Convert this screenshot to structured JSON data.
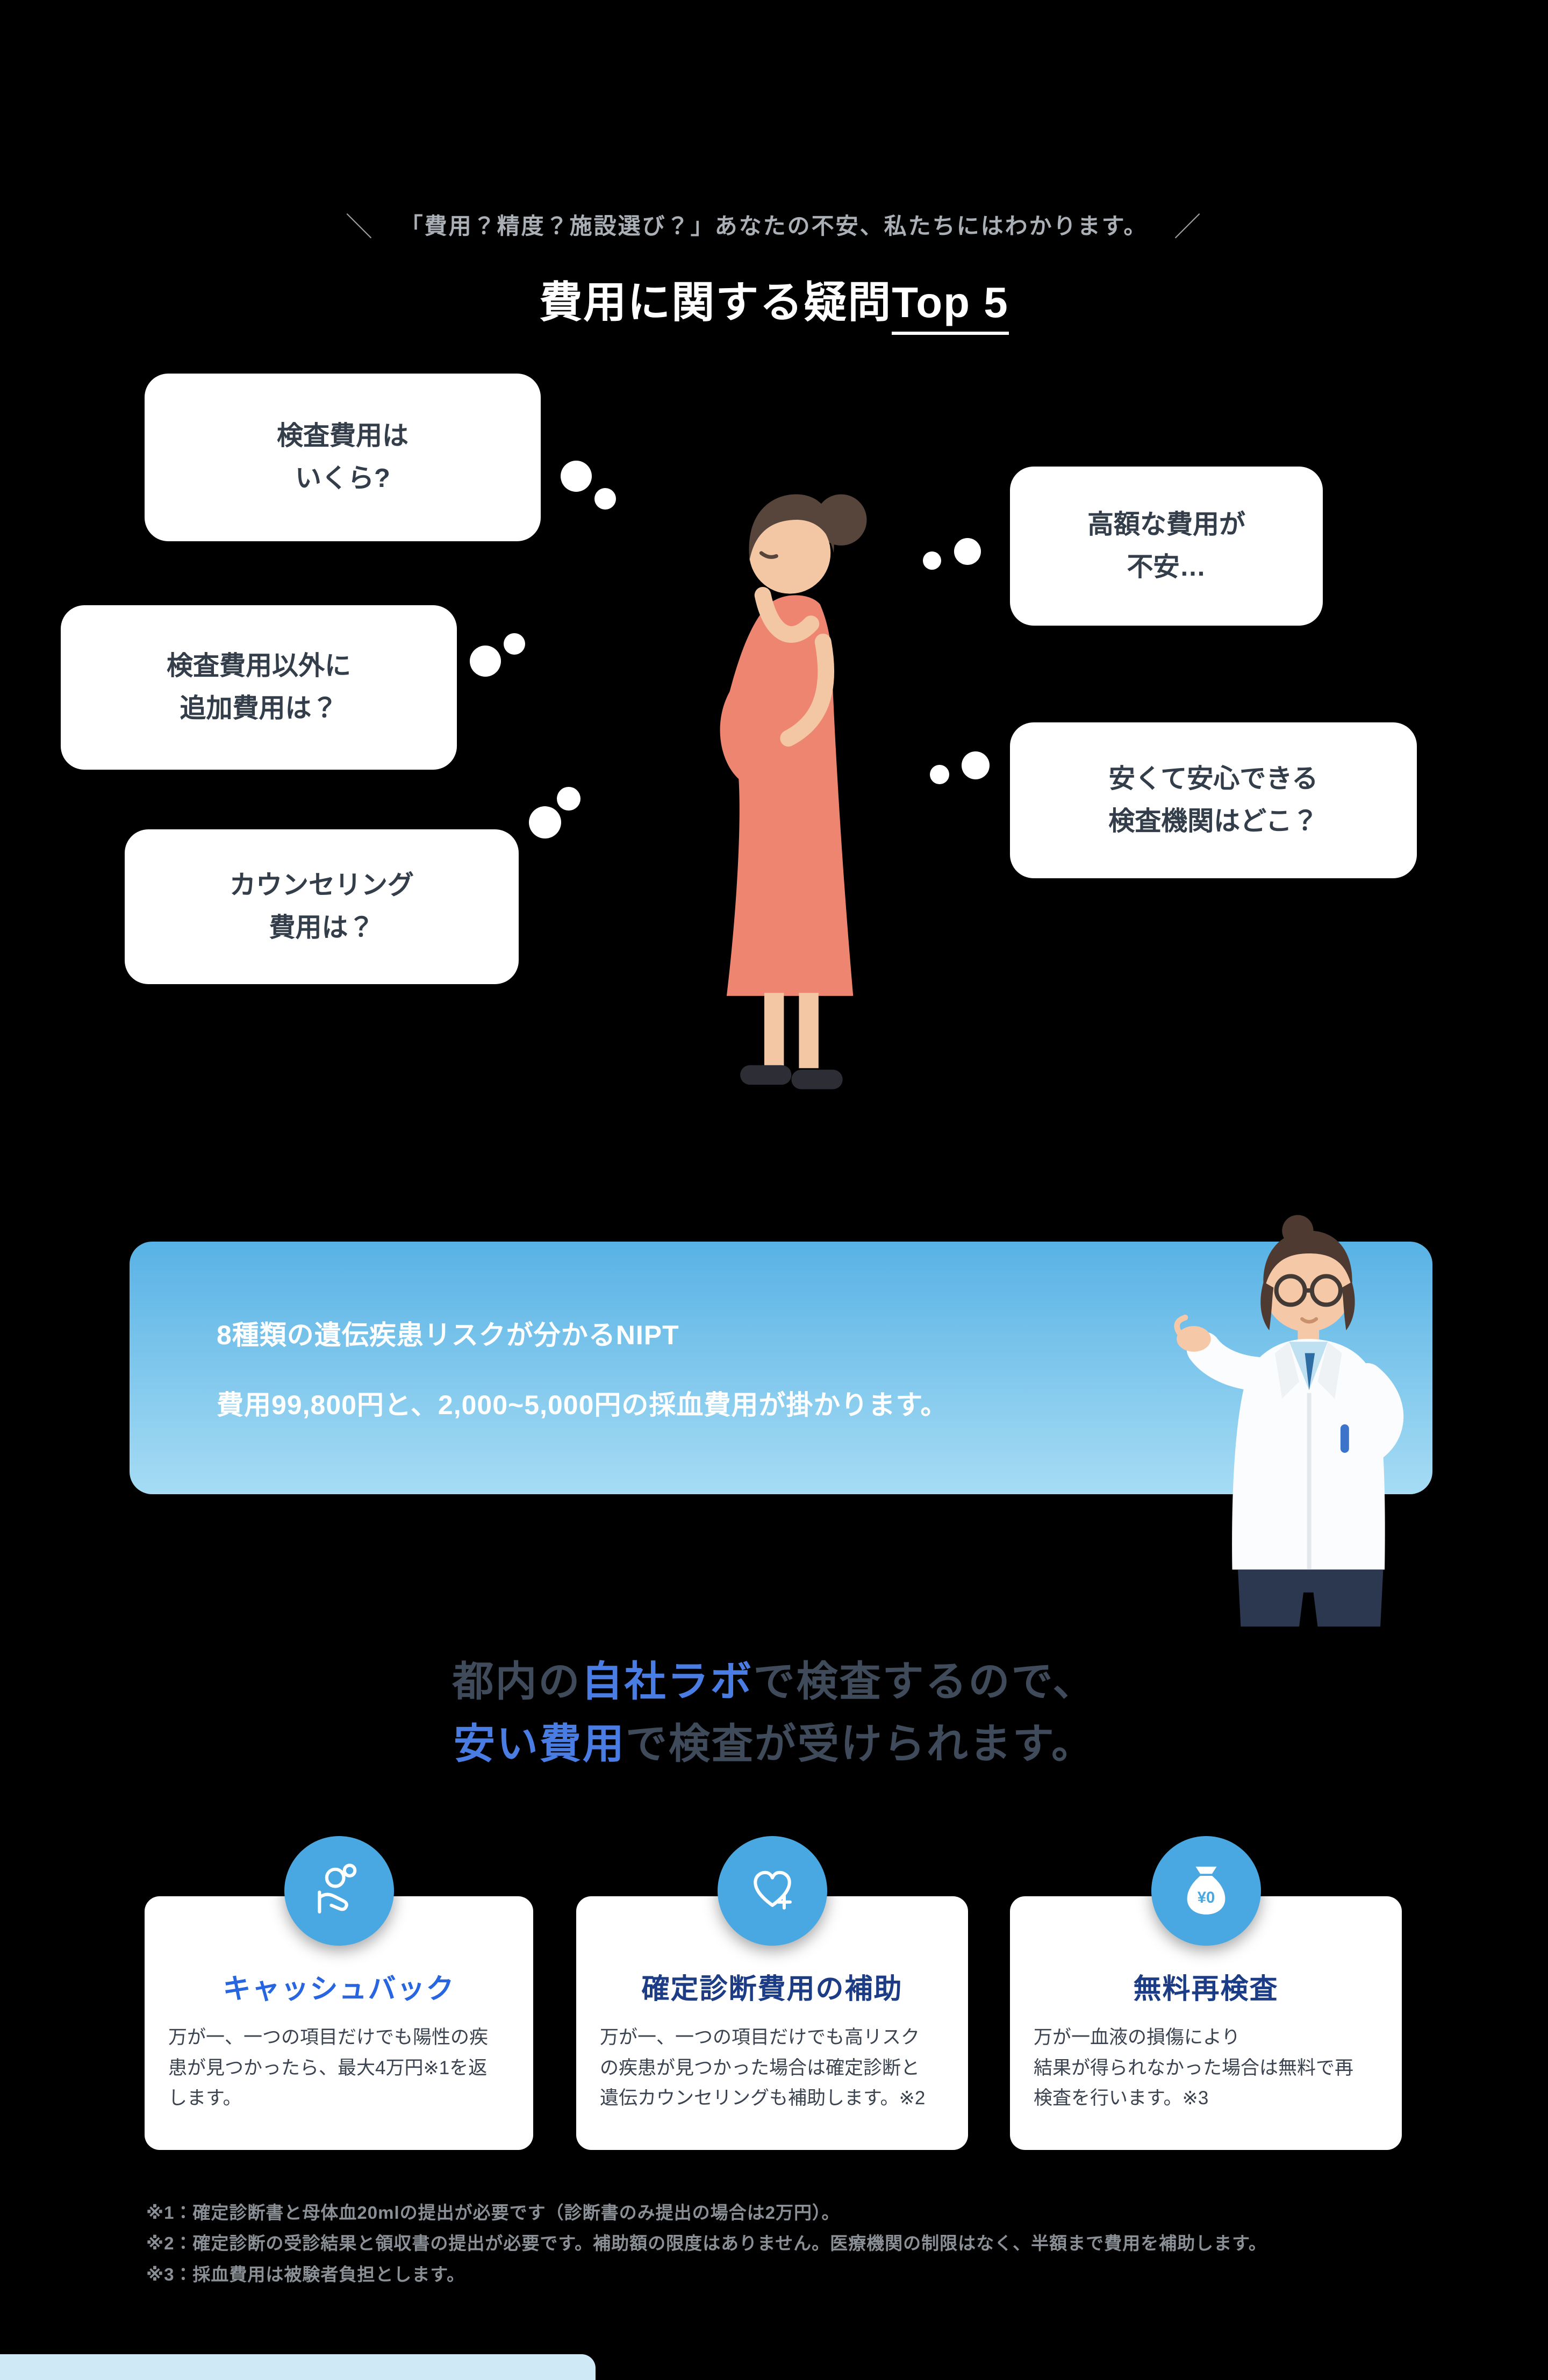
{
  "header": {
    "deco_left": "＼",
    "tagline": "「費用？精度？施設選び？」あなたの不安、私たちにはわかります。",
    "deco_right": "／",
    "title_main": "費用に関する疑問",
    "title_accent": "Top 5"
  },
  "bubbles": [
    {
      "line1": "検査費用は",
      "line2": "いくら?"
    },
    {
      "line1": "高額な費用が",
      "line2": "不安…"
    },
    {
      "line1": "検査費用以外に",
      "line2": "追加費用は？"
    },
    {
      "line1": "安くて安心できる",
      "line2": "検査機関はどこ？"
    },
    {
      "line1": "カウンセリング",
      "line2": "費用は？"
    }
  ],
  "info_box": {
    "line1": "8種類の遺伝疾患リスクが分かるNIPT",
    "line2": "費用99,800円と、2,000~5,000円の採血費用が掛かります。"
  },
  "lab_heading": {
    "line1_pre": "都内の",
    "line1_accent": "自社ラボ",
    "line1_post": "で検査するので、",
    "line2_accent": "安い費用",
    "line2_post": "で検査が受けられます。"
  },
  "benefits": [
    {
      "icon": "cashback-hand-icon",
      "title": "キャッシュバック",
      "body": "万が一、一つの項目だけでも陽性の疾\n患が見つかったら、最大4万円※1を返\nします。"
    },
    {
      "icon": "heart-plus-icon",
      "title": "確定診断費用の補助",
      "body": "万が一、一つの項目だけでも高リスク\nの疾患が見つかった場合は確定診断と\n遺伝カウンセリングも補助します。※2"
    },
    {
      "icon": "money-bag-icon",
      "icon_label": "¥0",
      "title": "無料再検査",
      "body": "万が一血液の損傷により\n結果が得られなかった場合は無料で再\n検査を行います。※3"
    }
  ],
  "footnotes": [
    "※1：確定診断書と母体血20mlの提出が必要です（診断書のみ提出の場合は2万円）。",
    "※2：確定診断の受診結果と領収書の提出が必要です。補助額の限度はありません。医療機関の制限はなく、半額まで費用を補助します。",
    "※3：採血費用は被験者負担とします。"
  ],
  "colors": {
    "background": "#000000",
    "accent_blue": "#4a7de4",
    "info_gradient_top": "#58b2e5",
    "info_gradient_bottom": "#a6dcf4",
    "icon_circle_blue": "#49a7e2",
    "benefit_title_blue": "#2766e0",
    "benefit_title_navy": "#1c3d85",
    "dress_coral": "#ee8570",
    "next_section_blue": "#cfe9f7"
  }
}
